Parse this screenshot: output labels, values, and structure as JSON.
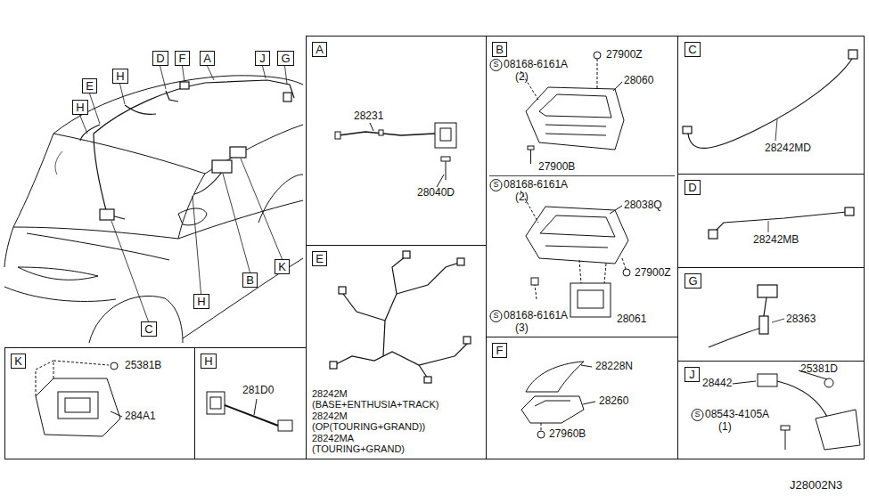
{
  "diagram": {
    "nodes": [
      {
        "text": [
          "A"
        ]
      },
      {
        "text": [
          "B"
        ]
      },
      {
        "text": [
          "C"
        ]
      },
      {
        "text": [
          "D"
        ]
      },
      {
        "text": [
          "F"
        ]
      },
      {
        "text": [
          "A"
        ]
      },
      {
        "text": [
          "J"
        ]
      },
      {
        "text": [
          "G"
        ]
      },
      {
        "text": [
          "H"
        ]
      },
      {
        "text": [
          "E"
        ]
      },
      {
        "text": [
          "H"
        ]
      },
      {
        "text": [
          "D"
        ]
      },
      {
        "text": [
          "E"
        ]
      },
      {
        "text": [
          "G"
        ]
      },
      {
        "text": [
          "B"
        ]
      },
      {
        "text": [
          "K"
        ]
      },
      {
        "text": [
          "H"
        ]
      },
      {
        "text": [
          "C"
        ]
      },
      {
        "text": [
          "F"
        ]
      },
      {
        "text": [
          "K"
        ]
      },
      {
        "text": [
          "H"
        ]
      },
      {
        "text": [
          "J"
        ]
      }
    ],
    "labels": [
      "28231",
      "28040D",
      "27900Z",
      "S",
      "08168-6161A",
      "(2)",
      "28060",
      "27900B",
      "S",
      "08168-6161A",
      "(2)",
      "28038Q",
      "27900Z",
      "S",
      "08168-6161A",
      "(3)",
      "28061",
      "28242MD",
      "28242MB",
      "28363",
      "28442",
      "25381D",
      "S",
      "08543-4105A",
      "(1)",
      "28242M",
      "(BASE+ENTHUSIA+TRACK)",
      "28242M",
      "(OP(TOURING+GRAND))",
      "28242MA",
      "(TOURING+GRAND)",
      "28228N",
      "28260",
      "27960B",
      "25381B",
      "284A1",
      "281D0",
      "J28002N3"
    ]
  }
}
